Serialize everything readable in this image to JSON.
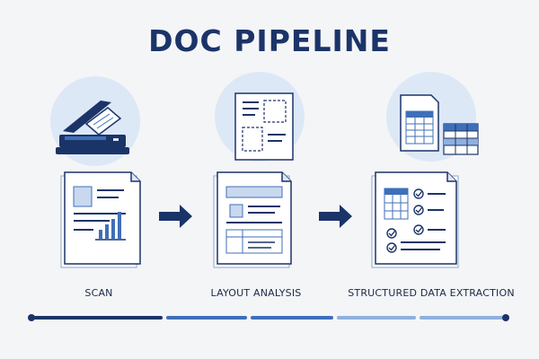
{
  "title": "DOC PIPELINE",
  "steps": [
    {
      "label": "SCAN"
    },
    {
      "label": "LAYOUT ANALYSIS"
    },
    {
      "label": "STRUCTURED DATA EXTRACTION"
    }
  ],
  "colors": {
    "navy": "#1b3468",
    "accent_blue": "#3f6fb8",
    "light_blue": "#dce7f6",
    "circle_bg": "#dde8f7",
    "timeline_dark": "#1b3468",
    "timeline_mid": "#3f6fb8",
    "timeline_light": "#8fb0de"
  },
  "icons": [
    "scanner-icon",
    "document-chart-icon",
    "arrow-right-icon",
    "layout-blocks-icon",
    "document-layout-icon",
    "spreadsheet-icon",
    "checklist-document-icon",
    "timeline-dot-icon"
  ]
}
